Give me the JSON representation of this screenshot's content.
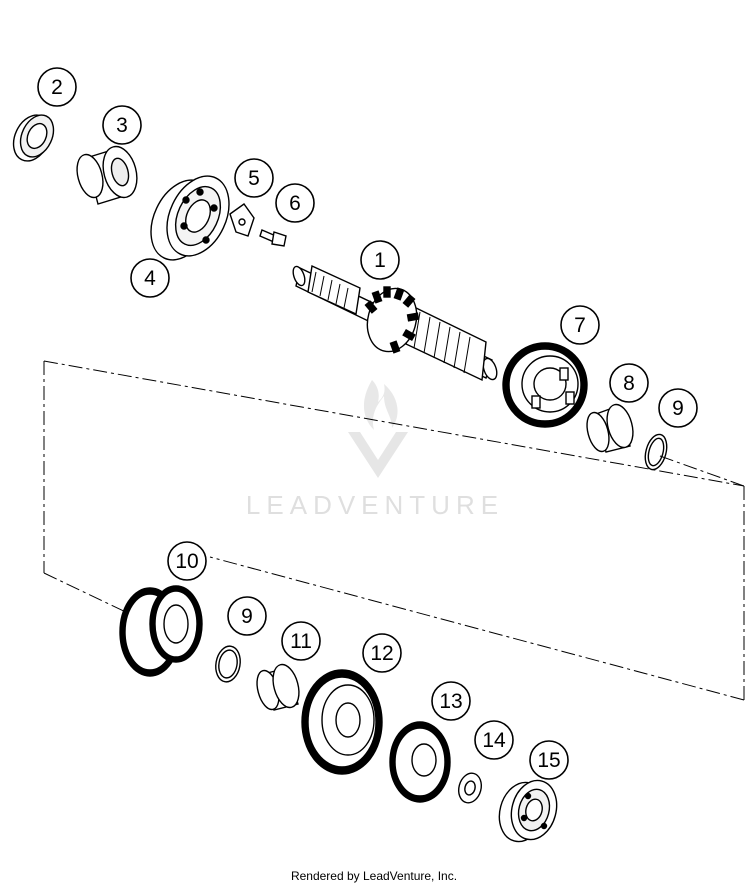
{
  "callouts": [
    {
      "id": "callout-2",
      "label": "2"
    },
    {
      "id": "callout-3",
      "label": "3"
    },
    {
      "id": "callout-4",
      "label": "4"
    },
    {
      "id": "callout-5",
      "label": "5"
    },
    {
      "id": "callout-6",
      "label": "6"
    },
    {
      "id": "callout-1",
      "label": "1"
    },
    {
      "id": "callout-7",
      "label": "7"
    },
    {
      "id": "callout-8",
      "label": "8"
    },
    {
      "id": "callout-9a",
      "label": "9"
    },
    {
      "id": "callout-10",
      "label": "10"
    },
    {
      "id": "callout-9b",
      "label": "9"
    },
    {
      "id": "callout-11",
      "label": "11"
    },
    {
      "id": "callout-12",
      "label": "12"
    },
    {
      "id": "callout-13",
      "label": "13"
    },
    {
      "id": "callout-14",
      "label": "14"
    },
    {
      "id": "callout-15",
      "label": "15"
    }
  ],
  "watermark": {
    "text": "LEADVENTURE"
  },
  "footer": {
    "text": "Rendered by LeadVenture, Inc."
  }
}
